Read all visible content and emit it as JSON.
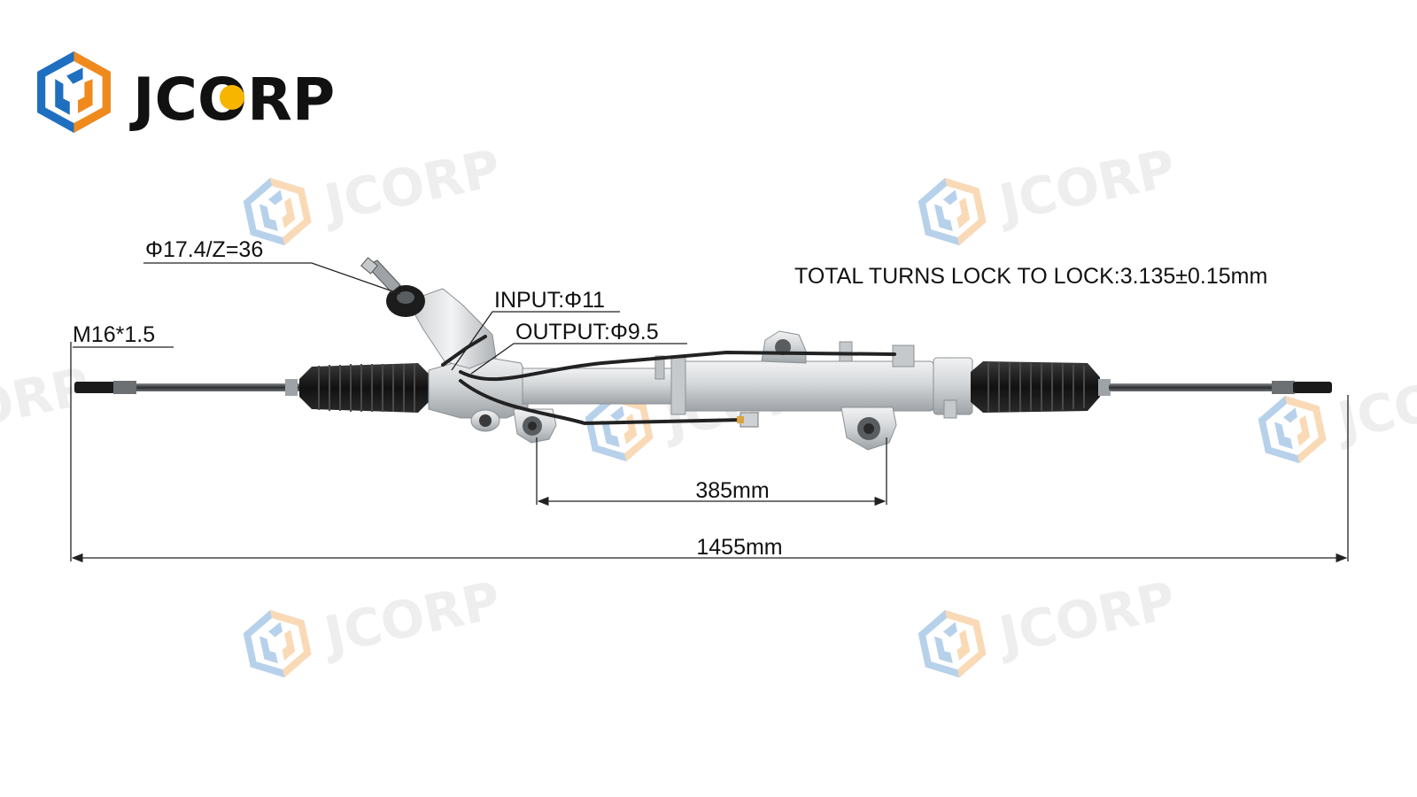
{
  "brand": {
    "name": "JCORP",
    "logo_blue": "#1f6fc1",
    "logo_orange": "#f08a1c",
    "accent_yellow": "#f7b500",
    "text_color": "#111111",
    "watermark_text_color": "#c9c9c9"
  },
  "labels": {
    "pinion_spec": "Φ17.4/Z=36",
    "thread_spec": "M16*1.5",
    "input_port": "INPUT:Φ11",
    "output_port": "OUTPUT:Φ9.5",
    "total_turns": "TOTAL TURNS LOCK TO LOCK:3.135±0.15mm",
    "mount_spacing": "385mm",
    "overall_length": "1455mm"
  },
  "colors": {
    "boot": "#1b1b1b",
    "housing": "#d7d9db",
    "housing_shade": "#a9adb0",
    "pipe": "#222222",
    "rod": "#3a3a3a",
    "dimension_line": "#222222"
  }
}
